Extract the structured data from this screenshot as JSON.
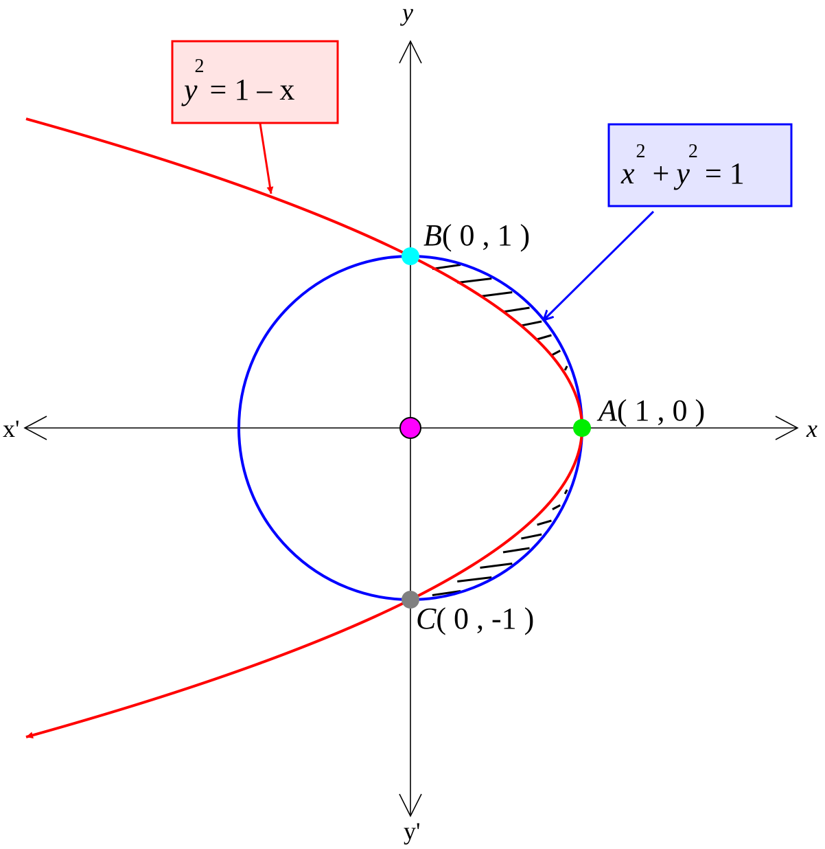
{
  "axes": {
    "x_label": "x",
    "x_neg_label": "x'",
    "y_label": "y",
    "y_neg_label": "y'"
  },
  "curves": {
    "parabola": {
      "equation_var": "y",
      "equation_exp": "2",
      "equation_rest": "= 1 – x",
      "color": "#ff0000",
      "box_fill": "#ffe4e4"
    },
    "circle": {
      "equation_x": "x",
      "equation_x_exp": "2",
      "equation_plus": "+",
      "equation_y": "y",
      "equation_y_exp": "2",
      "equation_rest": "= 1",
      "color": "#0000ff",
      "box_fill": "#e4e4ff"
    }
  },
  "points": [
    {
      "name": "A",
      "coords": "( 1 , 0 )",
      "x": 1,
      "y": 0,
      "color": "#00ee00"
    },
    {
      "name": "B",
      "coords": "( 0 , 1 )",
      "x": 0,
      "y": 1,
      "color": "#00ffff"
    },
    {
      "name": "C",
      "coords": "( 0 , -1 )",
      "x": 0,
      "y": -1,
      "color": "#808080"
    },
    {
      "name": "",
      "coords": "",
      "x": 0,
      "y": 0,
      "color": "#ff00ff"
    }
  ]
}
